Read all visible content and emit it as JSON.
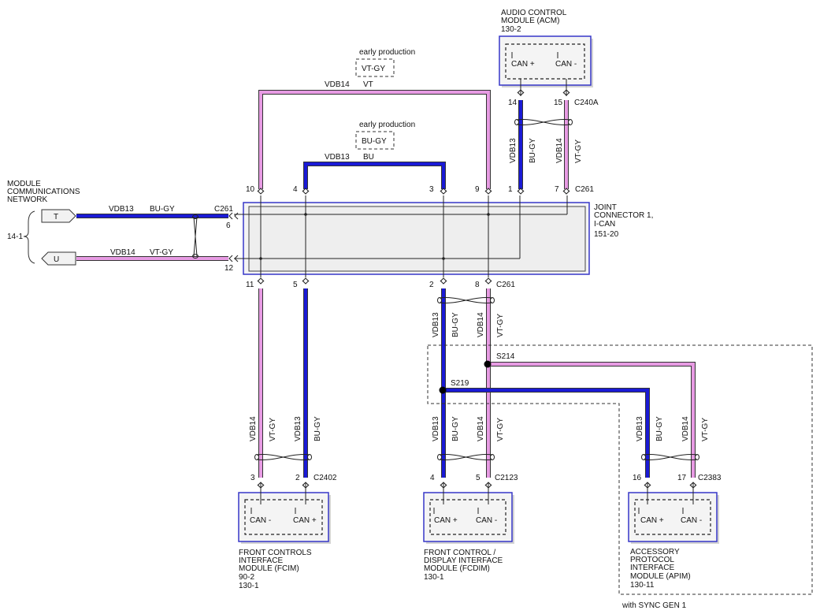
{
  "network": {
    "title_line1": "MODULE",
    "title_line2": "COMMUNICATIONS",
    "title_line3": "NETWORK",
    "ref": "14-1",
    "terminal_t": "T",
    "terminal_u": "U",
    "t_wire_code": "VDB13",
    "t_wire_color": "BU-GY",
    "u_wire_code": "VDB14",
    "u_wire_color": "VT-GY",
    "t_pin": "6",
    "u_pin": "12",
    "connector": "C261"
  },
  "joint_connector": {
    "line1": "JOINT",
    "line2": "CONNECTOR 1,",
    "line3": "I-CAN",
    "line4": "151-20",
    "top_connector": "C261",
    "bottom_connector": "C261",
    "top_pins": [
      "10",
      "4",
      "3",
      "9",
      "1",
      "7"
    ],
    "bottom_pins": [
      "11",
      "5",
      "2",
      "8"
    ]
  },
  "loop_vt": {
    "note": "early production",
    "code_box": "VT-GY",
    "wire_code": "VDB14",
    "wire_color": "VT"
  },
  "loop_bu": {
    "note": "early production",
    "code_box": "BU-GY",
    "wire_code": "VDB13",
    "wire_color": "BU"
  },
  "acm": {
    "line1": "AUDIO CONTROL",
    "line2": "MODULE (ACM)",
    "line3": "130-2",
    "pin_a_label": "CAN +",
    "pin_b_label": "CAN -",
    "pin_a": "14",
    "pin_b": "15",
    "connector": "C240A",
    "wire_a_code": "VDB13",
    "wire_a_color": "BU-GY",
    "wire_b_code": "VDB14",
    "wire_b_color": "VT-GY"
  },
  "fcim": {
    "line1": "FRONT CONTROLS",
    "line2": "INTERFACE",
    "line3": "MODULE (FCIM)",
    "line4": "90-2",
    "line5": "130-1",
    "pin_a_label": "CAN -",
    "pin_b_label": "CAN +",
    "pin_a": "3",
    "pin_b": "2",
    "connector": "C2402",
    "wire_a_code": "VDB14",
    "wire_a_color": "VT-GY",
    "wire_b_code": "VDB13",
    "wire_b_color": "BU-GY"
  },
  "fcdim": {
    "line1": "FRONT CONTROL /",
    "line2": "DISPLAY INTERFACE",
    "line3": "MODULE (FCDIM)",
    "line4": "130-1",
    "pin_a_label": "CAN +",
    "pin_b_label": "CAN -",
    "pin_a": "4",
    "pin_b": "5",
    "connector": "C2123",
    "wire_a_code": "VDB13",
    "wire_a_color": "BU-GY",
    "wire_b_code": "VDB14",
    "wire_b_color": "VT-GY"
  },
  "apim": {
    "line1": "ACCESSORY",
    "line2": "PROTOCOL",
    "line3": "INTERFACE",
    "line4": "MODULE (APIM)",
    "line5": "130-11",
    "pin_a_label": "CAN +",
    "pin_b_label": "CAN -",
    "pin_a": "16",
    "pin_b": "17",
    "connector": "C2383",
    "wire_a_code": "VDB13",
    "wire_a_color": "BU-GY",
    "wire_b_code": "VDB14",
    "wire_b_color": "VT-GY"
  },
  "mid_wires": {
    "w2_code": "VDB13",
    "w2_color": "BU-GY",
    "w8_code": "VDB14",
    "w8_color": "VT-GY"
  },
  "splices": {
    "s214": "S214",
    "s219": "S219",
    "option_note": "with SYNC GEN 1"
  },
  "colors": {
    "can_high_wire": "#1a1ad6",
    "can_low_wire": "#e79be3",
    "module_border": "#3636c8"
  }
}
